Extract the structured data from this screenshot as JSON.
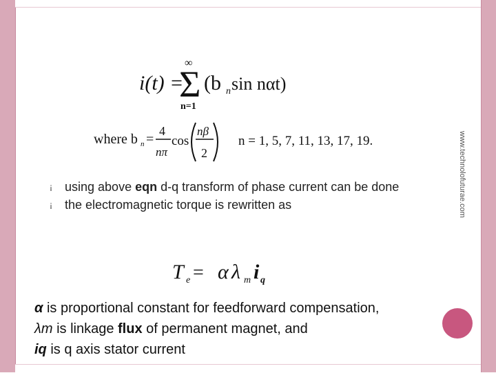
{
  "slide": {
    "vertical_url": "www.technolofuturae.com",
    "equation_top": {
      "lhs": "i(t) =",
      "sum_upper": "∞",
      "sum_lower": "n=1",
      "body": "(b",
      "body_sub": "n",
      "body_rest": " sin nαt)"
    },
    "equation_where": {
      "where": "where b",
      "where_sub": "n",
      "frac_num": "4",
      "frac_den": "nπ",
      "cos": "cos",
      "arg_num": "nβ",
      "arg_den": "2",
      "n_values": "n = 1,   5,   7,   11,   13,   17,   19."
    },
    "bullets": [
      {
        "marker": "¡",
        "before": "using above ",
        "bold": "eqn",
        "after": " d-q transform of phase current can be done"
      },
      {
        "marker": "¡",
        "before": "the electromagnetic torque  is rewritten as",
        "bold": "",
        "after": ""
      }
    ],
    "equation_torque": {
      "lhs": "T",
      "lhs_sub": "e",
      "eq": " = ",
      "alpha": "α",
      "lambda": "λ",
      "lambda_sub": "m",
      "i": "i",
      "i_sub": "q"
    },
    "definitions": [
      {
        "sym": "α",
        "text": " is proportional constant for feedforward compensation,"
      },
      {
        "sym": "λm",
        "text": " is linkage ",
        "bold": "flux",
        "after": " of permanent magnet, and"
      },
      {
        "sym": "iq",
        "text": " is q axis stator current"
      }
    ]
  }
}
